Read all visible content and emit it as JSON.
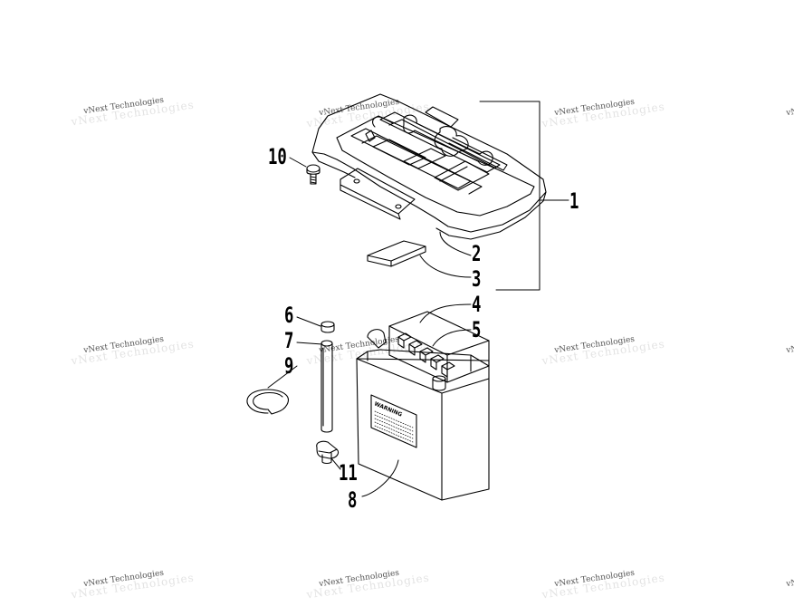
{
  "watermark": {
    "text": "vNext Technologies"
  },
  "callouts": [
    {
      "id": "1",
      "label": "1"
    },
    {
      "id": "2",
      "label": "2"
    },
    {
      "id": "3",
      "label": "3"
    },
    {
      "id": "4",
      "label": "4"
    },
    {
      "id": "5",
      "label": "5"
    },
    {
      "id": "6",
      "label": "6"
    },
    {
      "id": "7",
      "label": "7"
    },
    {
      "id": "8",
      "label": "8"
    },
    {
      "id": "9",
      "label": "9"
    },
    {
      "id": "10",
      "label": "10"
    },
    {
      "id": "11",
      "label": "11"
    }
  ],
  "battery": {
    "label_title": "WARNING"
  },
  "colors": {
    "line": "#000000",
    "watermark": "#555555"
  }
}
